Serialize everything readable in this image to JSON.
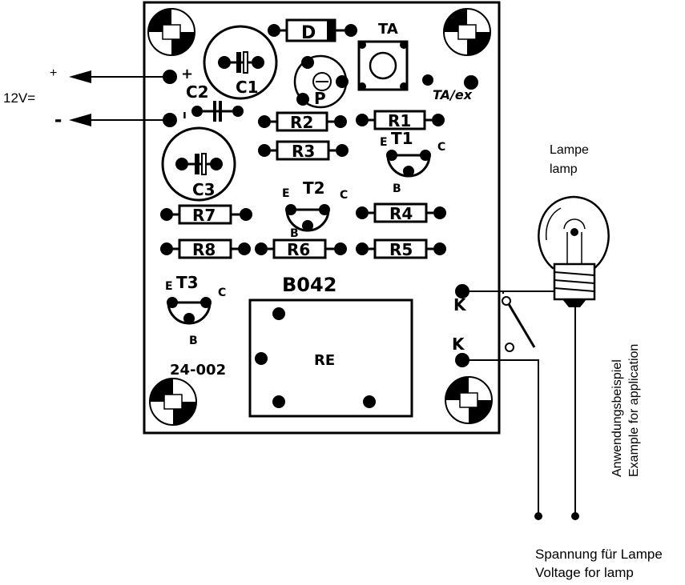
{
  "power": {
    "plus": "+",
    "voltage": "12V=",
    "minus": "-",
    "pad_plus": "+"
  },
  "components": {
    "d": "D",
    "ta": "TA",
    "ta_ex": "TA/ex",
    "c1": "C1",
    "c2": "C2",
    "c3": "C3",
    "p": "P",
    "r1": "R1",
    "r2": "R2",
    "r3": "R3",
    "r4": "R4",
    "r5": "R5",
    "r6": "R6",
    "r7": "R7",
    "r8": "R8",
    "t1": "T1",
    "t2": "T2",
    "t3": "T3",
    "e": "E",
    "b": "B",
    "c": "C",
    "re": "RE",
    "board_id": "B042",
    "board_no": "24-002",
    "k": "K",
    "c2_pol": "ı"
  },
  "lamp": {
    "label_de": "Lampe",
    "label_en": "lamp"
  },
  "application": {
    "de": "Anwendungsbeispiel",
    "en": "Example for application"
  },
  "lamp_voltage": {
    "de": "Spannung für Lampe",
    "en": "Voltage for lamp"
  }
}
